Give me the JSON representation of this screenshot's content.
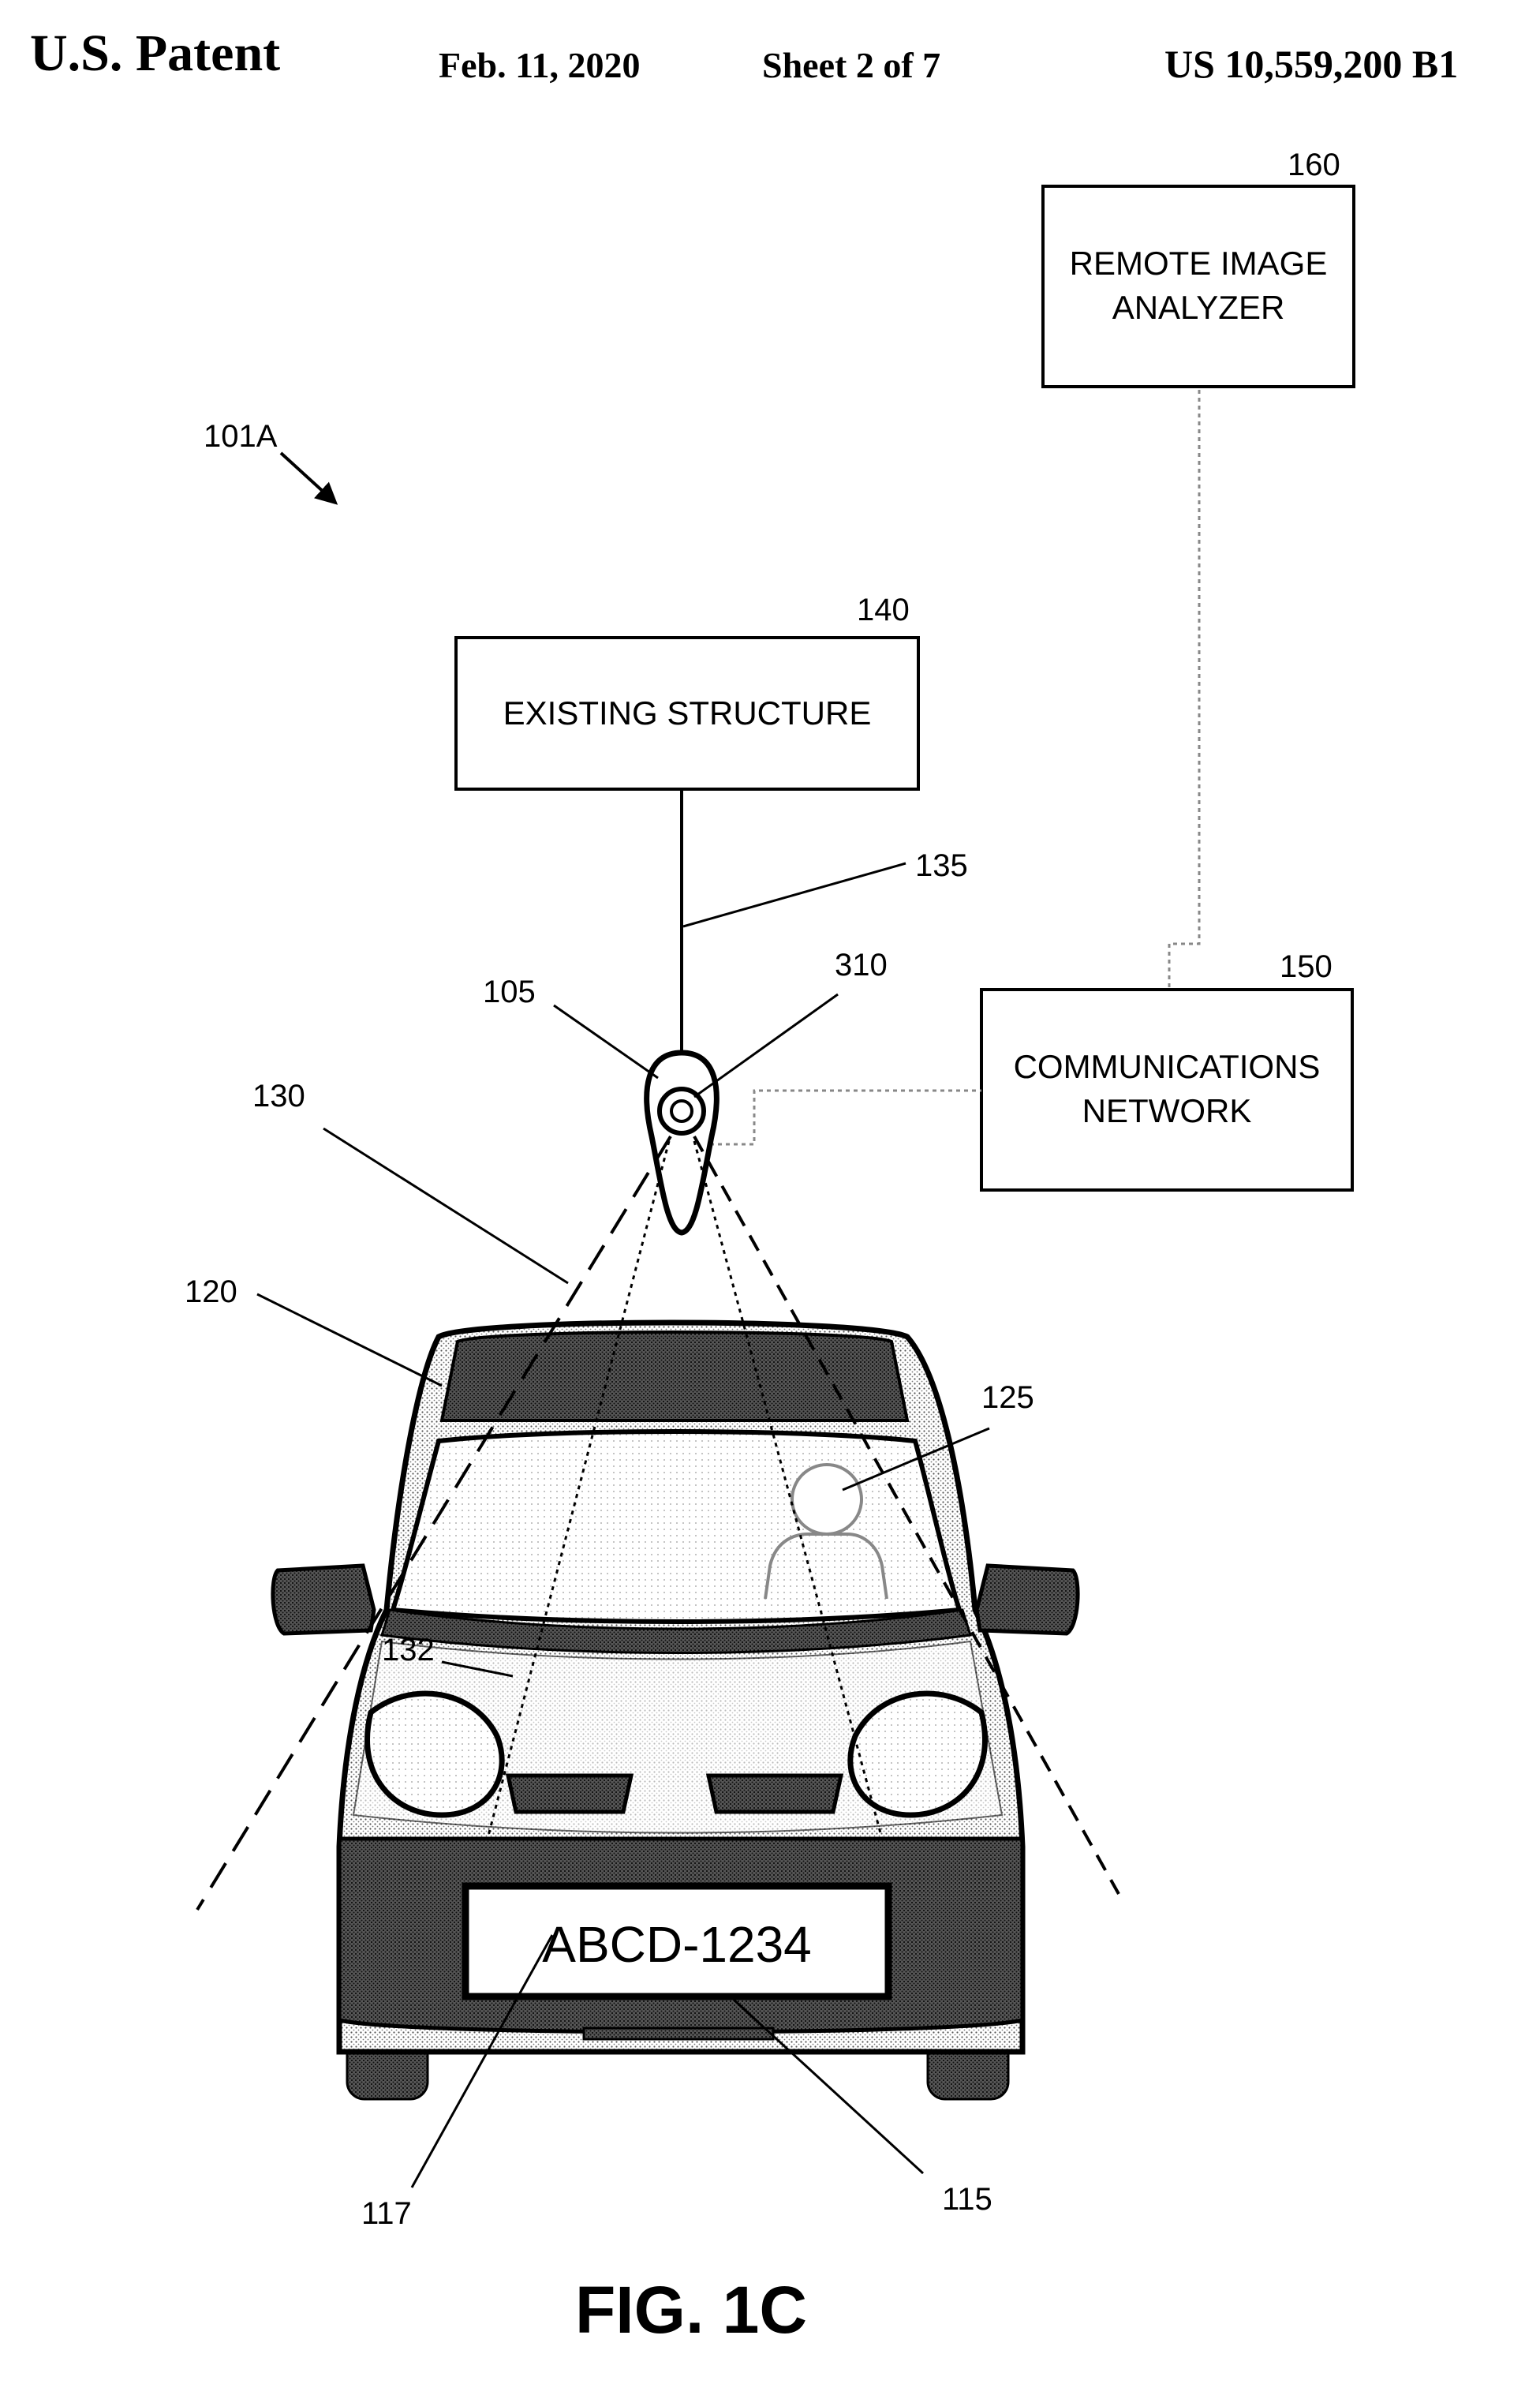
{
  "header": {
    "publisher": "U.S. Patent",
    "date": "Feb. 11, 2020",
    "sheet": "Sheet 2 of 7",
    "patent_number": "US 10,559,200 B1"
  },
  "figure": {
    "caption": "FIG. 1C",
    "system_ref": "101A",
    "boxes": {
      "remote_analyzer": {
        "ref": "160",
        "line1": "REMOTE IMAGE",
        "line2": "ANALYZER"
      },
      "existing_structure": {
        "ref": "140",
        "text": "EXISTING STRUCTURE"
      },
      "comm_network": {
        "ref": "150",
        "line1": "COMMUNICATIONS",
        "line2": "NETWORK"
      }
    },
    "refs": {
      "mount": "135",
      "camera": "105",
      "lens": "310",
      "field_outer": "130",
      "vehicle": "120",
      "driver": "125",
      "field_inner": "132",
      "plate_text": "117",
      "plate": "115"
    },
    "license_plate": "ABCD-1234"
  }
}
